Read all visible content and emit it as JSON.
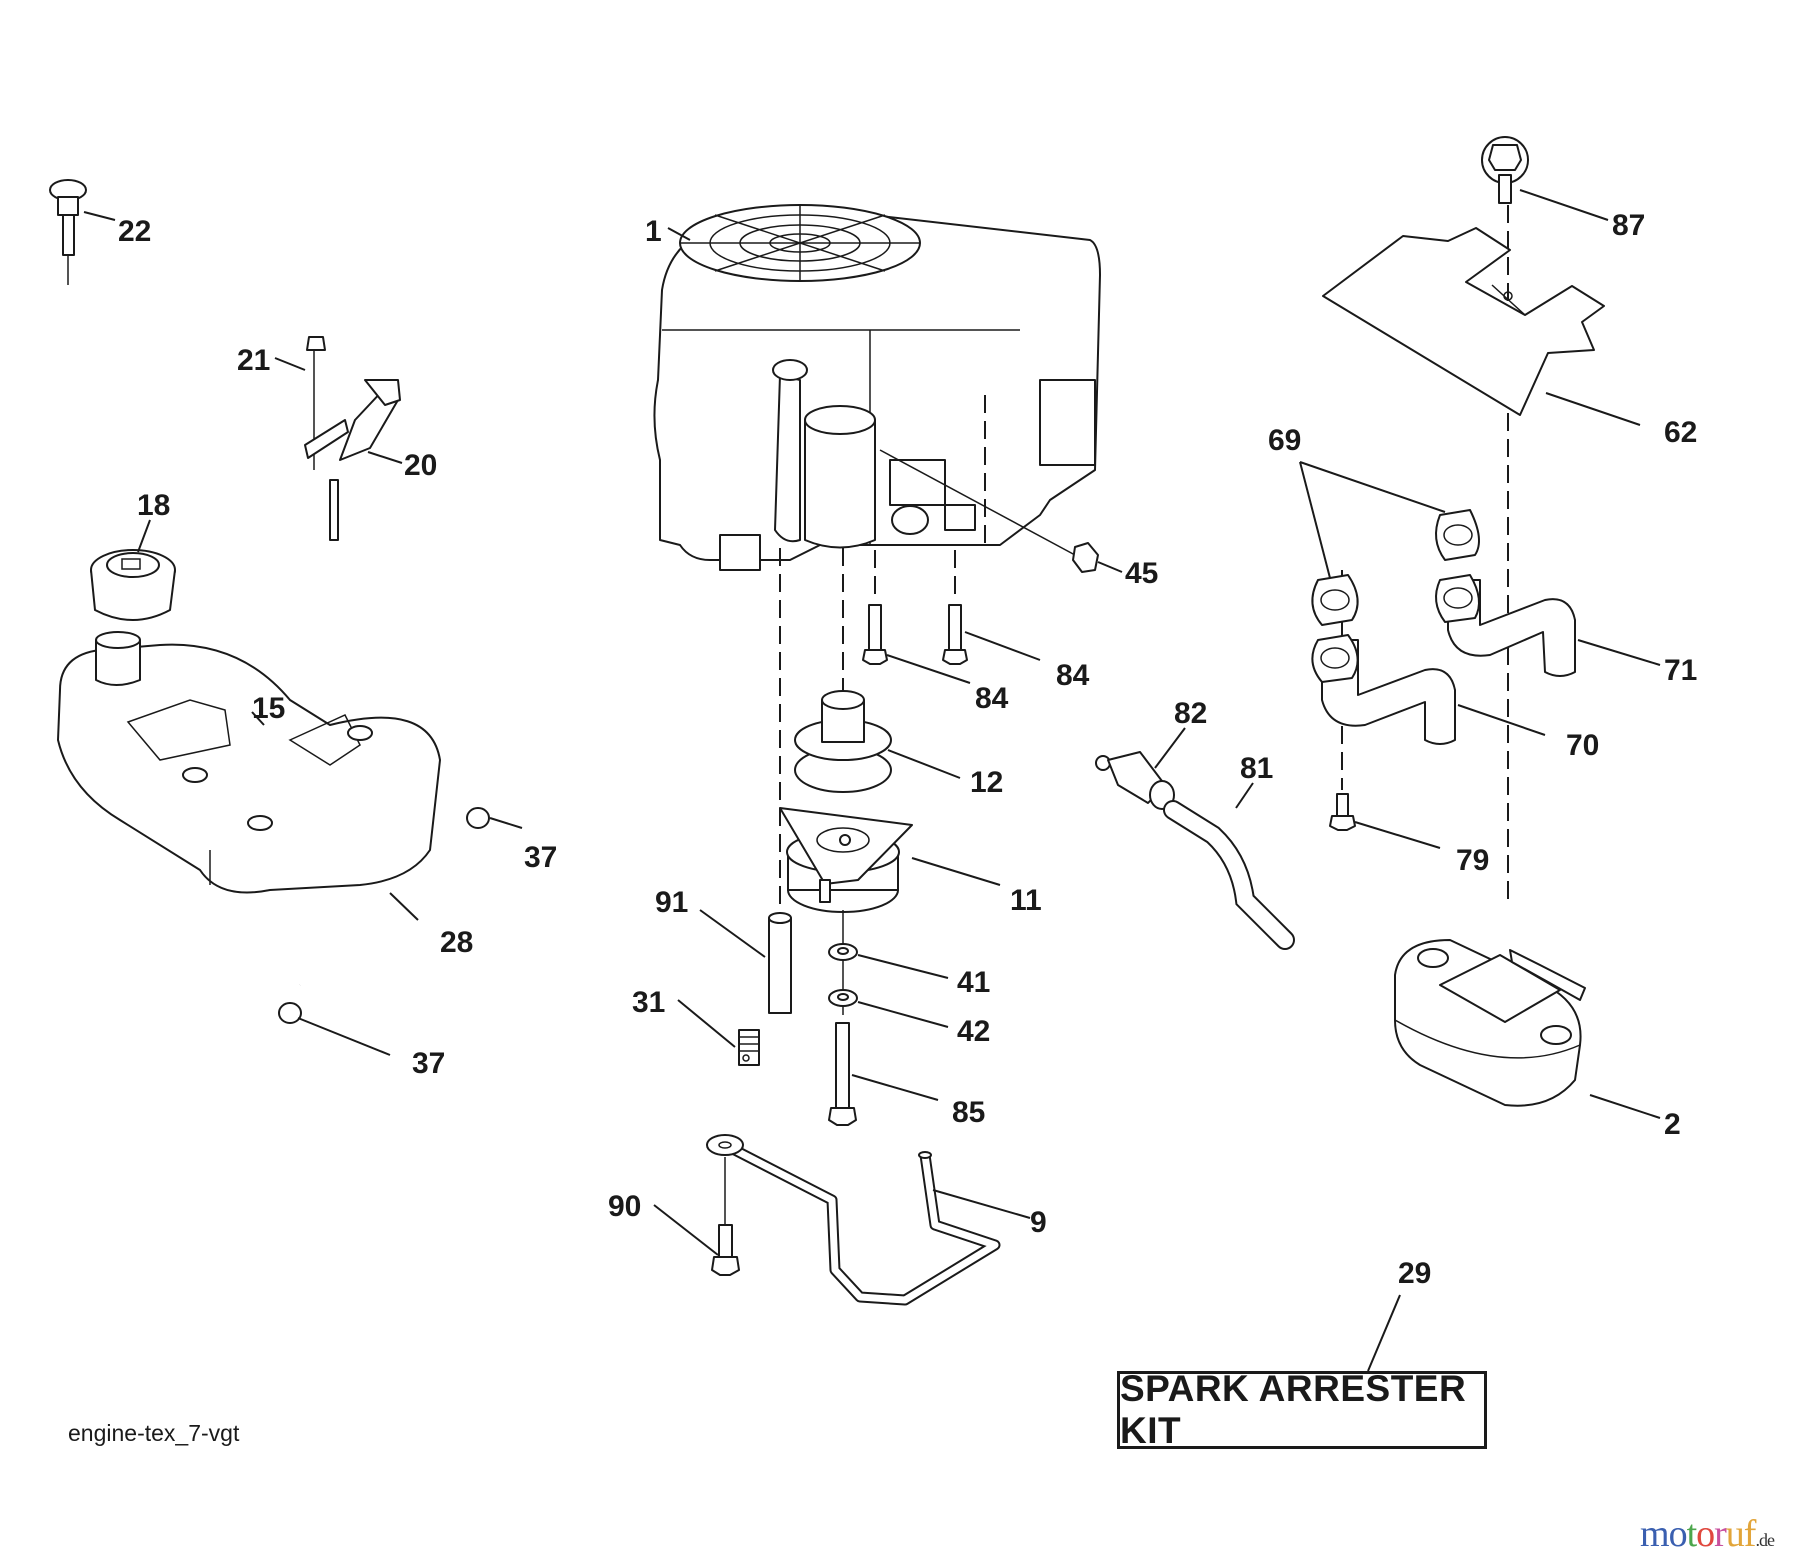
{
  "diagram": {
    "title_code": "engine-tex_7-vgt",
    "kit_label": "SPARK ARRESTER KIT",
    "callouts": [
      {
        "id": "22",
        "part": "choke-knob"
      },
      {
        "id": "21",
        "part": "bolt"
      },
      {
        "id": "20",
        "part": "throttle-lever-bracket"
      },
      {
        "id": "18",
        "part": "fuel-cap"
      },
      {
        "id": "15",
        "part": "fuel-tank"
      },
      {
        "id": "37",
        "part": "hose-clamp-upper"
      },
      {
        "id": "28",
        "part": "fuel-line"
      },
      {
        "id": "37",
        "part": "hose-clamp-lower"
      },
      {
        "id": "1",
        "part": "engine"
      },
      {
        "id": "45",
        "part": "nut"
      },
      {
        "id": "84",
        "part": "bolt-left"
      },
      {
        "id": "84",
        "part": "bolt-right"
      },
      {
        "id": "12",
        "part": "pulley"
      },
      {
        "id": "11",
        "part": "electric-clutch"
      },
      {
        "id": "91",
        "part": "spacer-tube"
      },
      {
        "id": "41",
        "part": "washer"
      },
      {
        "id": "31",
        "part": "spring"
      },
      {
        "id": "42",
        "part": "lock-washer"
      },
      {
        "id": "85",
        "part": "clutch-bolt"
      },
      {
        "id": "90",
        "part": "bolt"
      },
      {
        "id": "9",
        "part": "clutch-bracket-rod"
      },
      {
        "id": "87",
        "part": "heat-shield-bolt"
      },
      {
        "id": "62",
        "part": "heat-shield"
      },
      {
        "id": "69",
        "part": "exhaust-gaskets"
      },
      {
        "id": "71",
        "part": "exhaust-pipe-right"
      },
      {
        "id": "70",
        "part": "exhaust-pipe-left"
      },
      {
        "id": "82",
        "part": "oil-drain-valve"
      },
      {
        "id": "81",
        "part": "oil-drain-hose"
      },
      {
        "id": "79",
        "part": "bolt"
      },
      {
        "id": "2",
        "part": "muffler"
      },
      {
        "id": "29",
        "part": "spark-arrester-kit"
      }
    ]
  },
  "watermark": {
    "letters": [
      {
        "ch": "m",
        "color": "#3a5fb0"
      },
      {
        "ch": "o",
        "color": "#3a5fb0"
      },
      {
        "ch": "t",
        "color": "#4ca64c"
      },
      {
        "ch": "o",
        "color": "#e0483e"
      },
      {
        "ch": "r",
        "color": "#c8509e"
      },
      {
        "ch": "u",
        "color": "#e2a53a"
      },
      {
        "ch": "f",
        "color": "#e2a53a"
      }
    ],
    "tld": ".de"
  }
}
